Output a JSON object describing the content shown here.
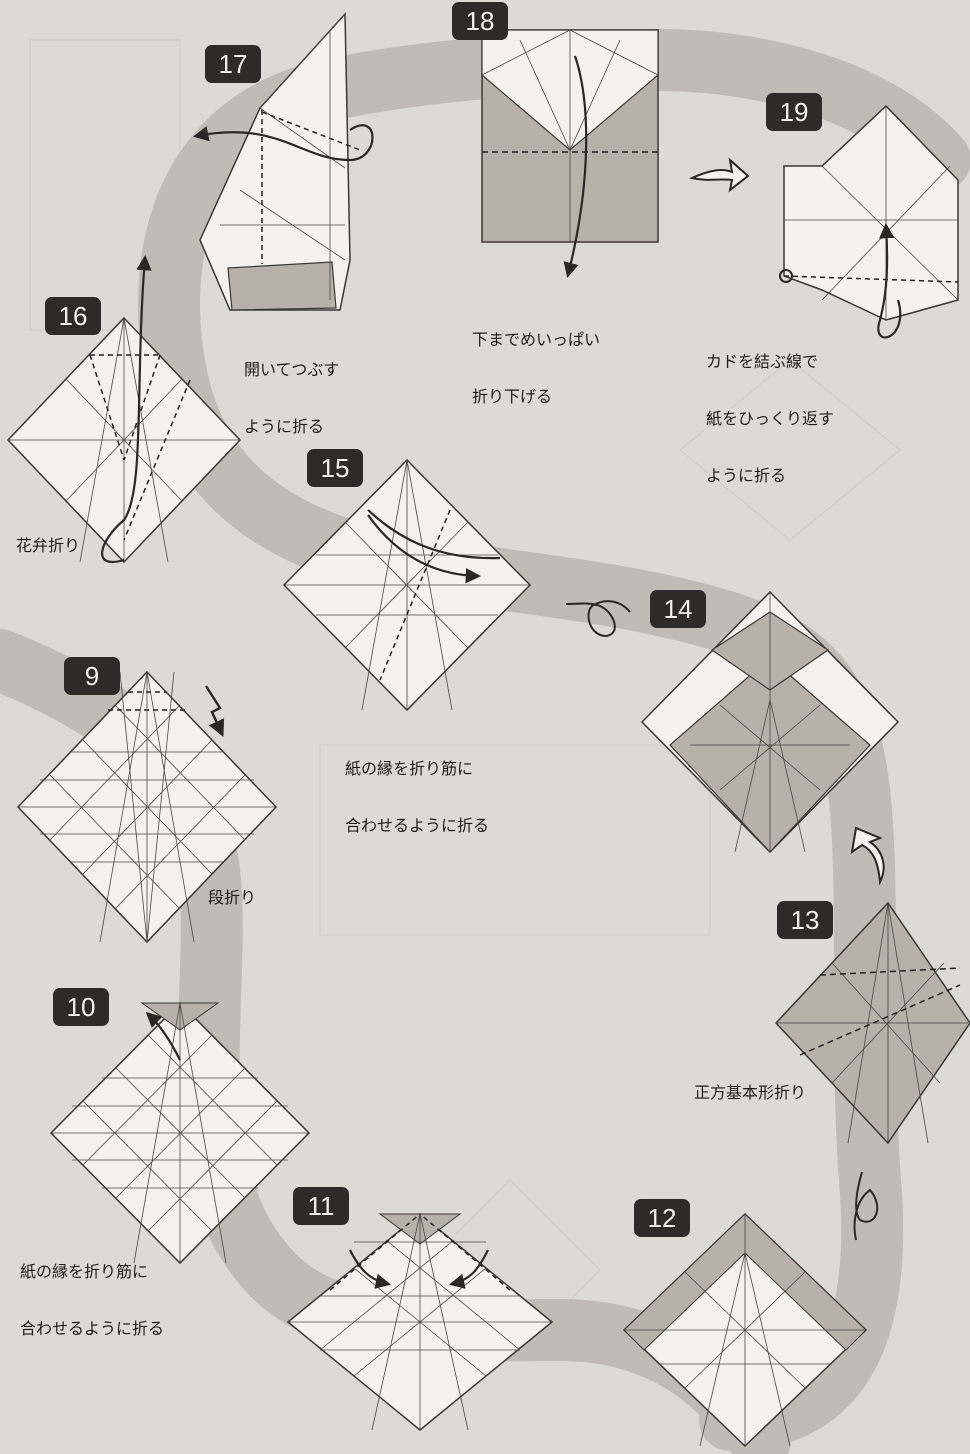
{
  "steps": [
    {
      "num": "9",
      "caption": "段折り"
    },
    {
      "num": "10",
      "caption_line1": "紙の縁を折り筋に",
      "caption_line2": "合わせるように折る"
    },
    {
      "num": "11"
    },
    {
      "num": "12"
    },
    {
      "num": "13",
      "caption": "正方基本形折り"
    },
    {
      "num": "14"
    },
    {
      "num": "15",
      "caption_line1": "紙の縁を折り筋に",
      "caption_line2": "合わせるように折る"
    },
    {
      "num": "16",
      "caption": "花弁折り"
    },
    {
      "num": "17",
      "caption_line1": "開いてつぶす",
      "caption_line2": "ように折る"
    },
    {
      "num": "18",
      "caption_line1": "下までめいっぱい",
      "caption_line2": "折り下げる"
    },
    {
      "num": "19",
      "caption_line1": "カドを結ぶ線で",
      "caption_line2": "紙をひっくり返す",
      "caption_line3": "ように折る"
    }
  ],
  "colors": {
    "paper": "#f4f2ee",
    "shade": "#b7b1aa",
    "line": "#3a3835",
    "badge": "#2d2b29",
    "path": "#bdbab4",
    "bg": "#dcdad5"
  }
}
